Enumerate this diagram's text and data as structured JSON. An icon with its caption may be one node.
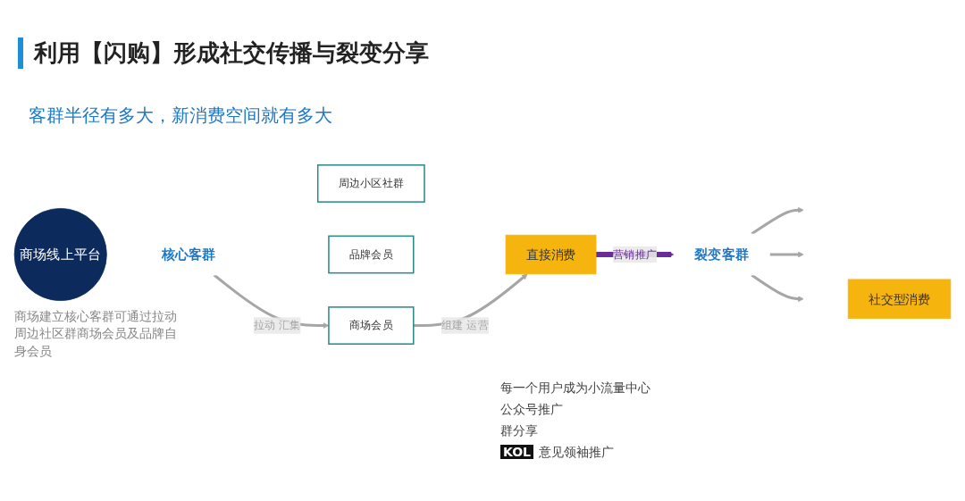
{
  "diagram": {
    "title": "利用【闪购】形成社交传播与裂变分享",
    "nodes": [
      {
        "text": [
          "商场线上平台"
        ],
        "beside": [
          "商场建立核心客群可通过拉动周边社区群商场会员及品牌自身会员"
        ]
      },
      {
        "text": [
          "核心客群"
        ]
      },
      {
        "text": [
          "周边小区社群"
        ]
      },
      {
        "text": [
          "商场会员"
        ]
      },
      {
        "text": [
          "品牌会员"
        ]
      },
      {
        "text": [
          "直接消费"
        ]
      },
      {
        "text": [
          "裂变客群"
        ]
      },
      {
        "text": [
          "社交型消费"
        ]
      }
    ],
    "edges": [
      {
        "from": 1,
        "to": 3,
        "arrow": "to",
        "label": "拉动 汇集"
      },
      {
        "from": 3,
        "to": 5,
        "arrow": "to",
        "label": "组建 运营"
      },
      {
        "from": 5,
        "to": 6,
        "arrow": "to",
        "label": "营销推广",
        "style": "thick",
        "color": "#6a2c9a"
      },
      {
        "from": 6,
        "to": null,
        "arrow": "to"
      },
      {
        "from": 6,
        "to": null,
        "arrow": "to"
      },
      {
        "from": 6,
        "to": null,
        "arrow": "to"
      }
    ],
    "labels": [
      "客群半径有多大，新消费空间就有多大",
      "每一个用户成为小流量中心",
      "公众号推广",
      "群分享",
      "KOL",
      "意见领袖推广"
    ]
  }
}
